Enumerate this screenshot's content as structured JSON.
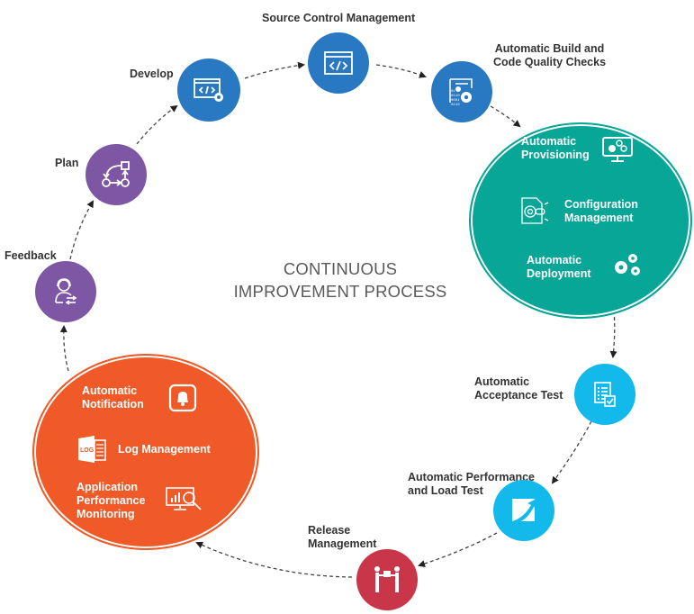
{
  "title": {
    "line1": "CONTINUOUS",
    "line2": "IMPROVEMENT PROCESS"
  },
  "colors": {
    "blue": "#2878c2",
    "teal": "#07a697",
    "cyan": "#14b9ec",
    "red": "#c93549",
    "orange": "#f05a28",
    "purple": "#7e57a4",
    "text": "#333333"
  },
  "nodes": {
    "plan": {
      "label": "Plan",
      "icon": "workflow-icon"
    },
    "develop": {
      "label": "Develop",
      "icon": "code-window-gear-icon"
    },
    "source_control": {
      "label": "Source Control Management",
      "icon": "code-window-icon"
    },
    "build_checks": {
      "label1": "Automatic Build and",
      "label2": "Code Quality Checks",
      "icon": "build-gears-icon"
    },
    "acceptance_test": {
      "label1": "Automatic",
      "label2": "Acceptance Test",
      "icon": "checklist-icon"
    },
    "performance_test": {
      "label1": "Automatic Performance",
      "label2": "and Load Test",
      "icon": "growth-arrow-icon"
    },
    "release": {
      "label1": "Release",
      "label2": "Management",
      "icon": "handover-icon"
    },
    "feedback": {
      "label": "Feedback",
      "icon": "support-agent-icon"
    }
  },
  "teal_group": {
    "provisioning": {
      "label1": "Automatic",
      "label2": "Provisioning",
      "icon": "monitor-gears-icon"
    },
    "configuration": {
      "label1": "Configuration",
      "label2": "Management",
      "icon": "config-file-icon"
    },
    "deployment": {
      "label1": "Automatic",
      "label2": "Deployment",
      "icon": "gears-icon"
    }
  },
  "orange_group": {
    "notification": {
      "label1": "Automatic",
      "label2": "Notification",
      "icon": "bell-icon"
    },
    "log": {
      "label": "Log Management",
      "icon": "log-file-icon"
    },
    "apm": {
      "label1": "Application",
      "label2": "Performance",
      "label3": "Monitoring",
      "icon": "monitor-search-icon"
    }
  }
}
